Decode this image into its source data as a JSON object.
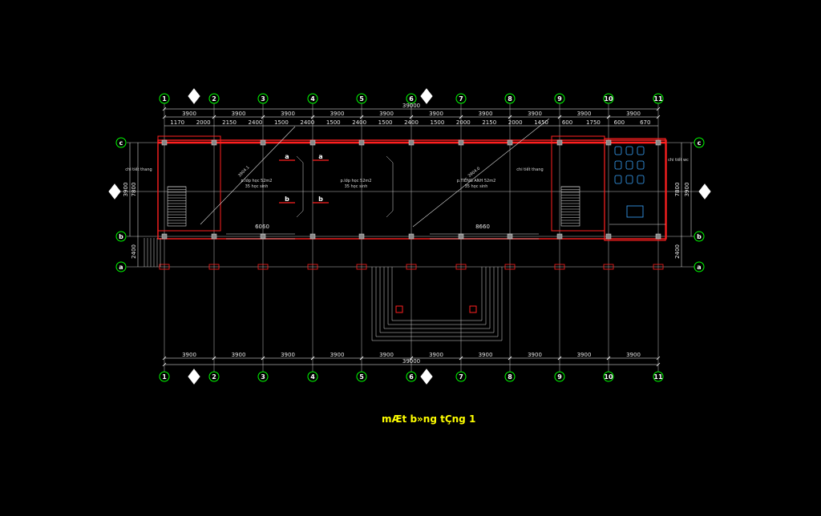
{
  "title": "mÆt b»ng tÇng 1",
  "grid_x_labels": [
    "1",
    "2",
    "3",
    "4",
    "5",
    "6",
    "7",
    "8",
    "9",
    "10",
    "11"
  ],
  "grid_y_labels": [
    "c",
    "b",
    "a"
  ],
  "section_mark_a": "a",
  "section_mark_b": "b",
  "overall_dim": "39000",
  "overall_dim_bottom": "39000",
  "span_dims": [
    "3900",
    "3900",
    "3900",
    "3900",
    "3900",
    "3900",
    "3900",
    "3900",
    "3900",
    "3900"
  ],
  "bottom_span_dims": [
    "3900",
    "3900",
    "3900",
    "3900",
    "3900",
    "3900",
    "3900",
    "3900",
    "3900",
    "3900"
  ],
  "detail_dims": [
    "1170",
    "2000",
    "2150",
    "2400",
    "1500",
    "2400",
    "1500",
    "2400",
    "1500",
    "2400",
    "1500",
    "2000",
    "2150",
    "2000",
    "1450",
    "600",
    "1750",
    "600",
    "670"
  ],
  "side_dims_left": [
    "7800",
    "3900",
    "2400"
  ],
  "side_dims_right": [
    "7800",
    "3900",
    "2400"
  ],
  "window_dims": [
    "6060",
    "8660"
  ],
  "rooms": [
    {
      "name": "p.lớp học 52m2",
      "sub": "35 học sinh"
    },
    {
      "name": "p.lớp học 52m2",
      "sub": "35 học sinh"
    },
    {
      "name": "p.TIẾNG ANH 52m2",
      "sub": "35 học sinh"
    }
  ],
  "stair_note_left": "chi tiết thang",
  "stair_note_right": "chi tiết thang",
  "wc_note": "chi tiết wc",
  "diag_label_left": "3904.1",
  "diag_label_right": "3904.0",
  "colors": {
    "grid": "#bfbfbf",
    "wall": "#ff2020",
    "dim": "#ffffff",
    "bubble": "#00ff00",
    "title": "#ffff00",
    "wc": "#3aa7ff"
  }
}
